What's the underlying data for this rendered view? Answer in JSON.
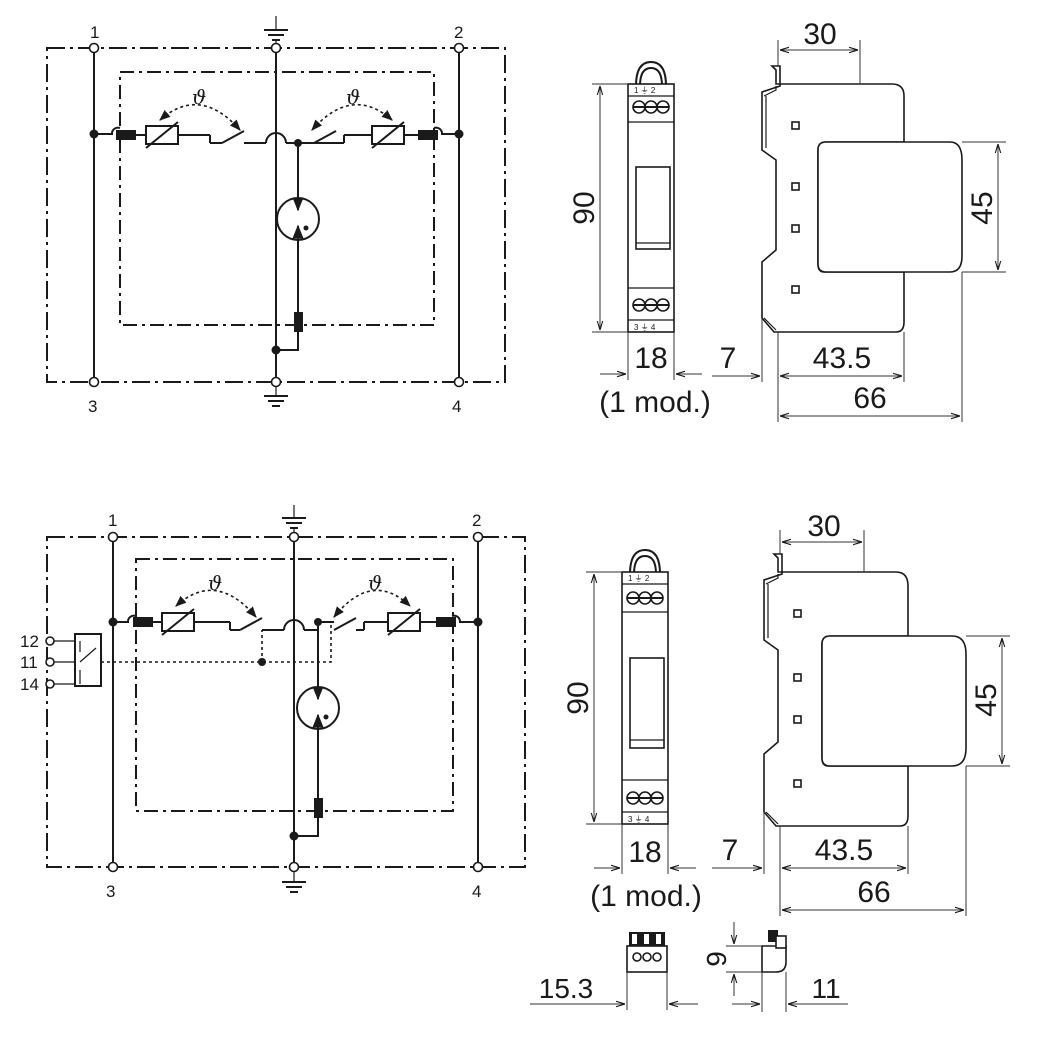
{
  "diagram_top": {
    "terminals": {
      "t1": "1",
      "t2": "2",
      "t3": "3",
      "t4": "4"
    },
    "theta_left": "ϑ",
    "theta_right": "ϑ",
    "dimensions": {
      "height": "90",
      "width_front": "18",
      "module": "(1 mod.)",
      "offset": "7",
      "top_width": "30",
      "depth_mid": "43.5",
      "depth_total": "66",
      "front_height": "45"
    },
    "front_mini_labels": {
      "top": "1  ⏚  2",
      "bottom": "3  ⏚  4"
    }
  },
  "diagram_bottom": {
    "terminals": {
      "t1": "1",
      "t2": "2",
      "t3": "3",
      "t4": "4",
      "t12": "12",
      "t11": "11",
      "t14": "14"
    },
    "theta_left": "ϑ",
    "theta_right": "ϑ",
    "dimensions": {
      "height": "90",
      "width_front": "18",
      "module": "(1 mod.)",
      "offset": "7",
      "top_width": "30",
      "depth_mid": "43.5",
      "depth_total": "66",
      "front_height": "45",
      "connector_width": "15.3",
      "connector_height": "9",
      "connector_depth": "11"
    },
    "front_mini_labels": {
      "top": "1  ⏚  2",
      "bottom": "3  ⏚  4"
    }
  }
}
